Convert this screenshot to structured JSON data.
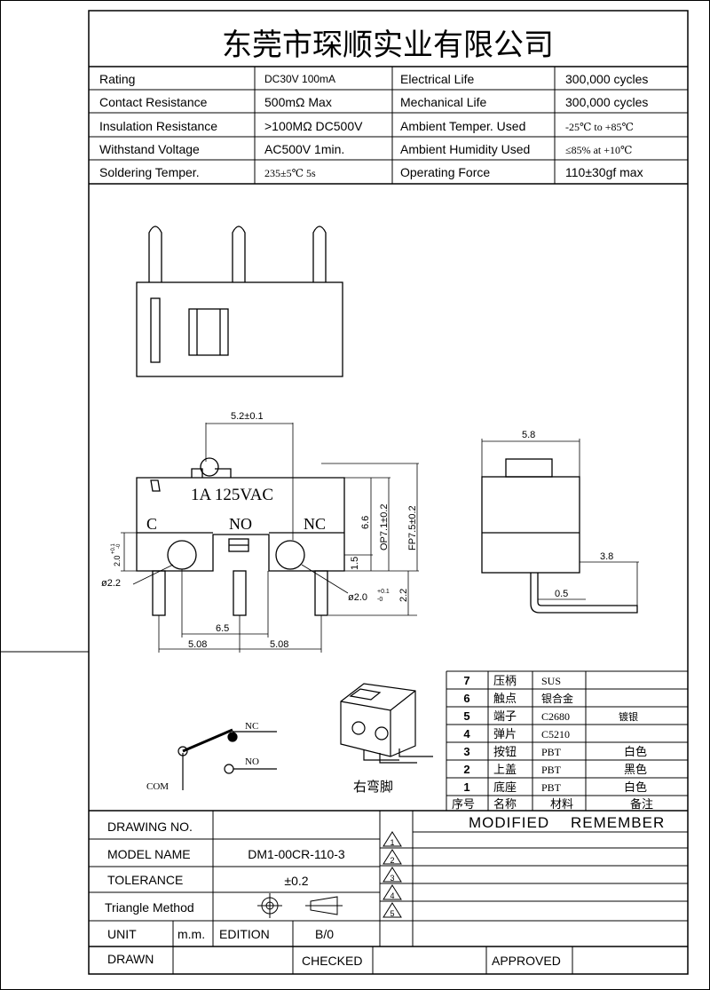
{
  "company": "东莞市琛顺实业有限公司",
  "specs": [
    {
      "l1": "Rating",
      "v1": "DC30V 100mA",
      "l2": "Electrical Life",
      "v2": "300,000 cycles"
    },
    {
      "l1": "Contact Resistance",
      "v1": "500mΩ  Max",
      "l2": "Mechanical Life",
      "v2": "300,000 cycles"
    },
    {
      "l1": "Insulation Resistance",
      "v1": ">100MΩ DC500V",
      "l2": "Ambient Temper. Used",
      "v2": "-25℃  to  +85℃"
    },
    {
      "l1": "Withstand Voltage",
      "v1": "AC500V  1min.",
      "l2": "Ambient Humidity Used",
      "v2": "≤85%  at  +10℃"
    },
    {
      "l1": "Soldering Temper.",
      "v1": "235±5℃  5s",
      "l2": "Operating Force",
      "v2": "110±30gf max"
    }
  ],
  "drawing": {
    "marking": "1A  125VAC",
    "terminal_c": "C",
    "terminal_no": "NO",
    "terminal_nc": "NC",
    "dim_top": "5.2±0.1",
    "dim_pitch_left": "5.08",
    "dim_pitch_right": "5.08",
    "dim_65": "6.5",
    "dim_66": "6.6",
    "dim_op": "OP7.1±0.2",
    "dim_fp": "FP7.5±0.2",
    "dim_15": "1.5",
    "dim_22": "2.2",
    "dim_hole_left": "ø2.2",
    "dim_hole_right": "ø2.0",
    "tol_plus": "+0.1",
    "tol_minus": "-0",
    "dim_20_label": "2.0",
    "dim_58": "5.8",
    "dim_38": "3.8",
    "dim_05": "0.5",
    "schematic_nc": "NC",
    "schematic_no": "NO",
    "schematic_com": "COM",
    "iso_caption": "右弯脚"
  },
  "materials": {
    "rows": [
      {
        "no": "7",
        "name": "压柄",
        "mat": "SUS",
        "note": ""
      },
      {
        "no": "6",
        "name": "触点",
        "mat": "银合金",
        "note": ""
      },
      {
        "no": "5",
        "name": "端子",
        "mat": "C2680",
        "note": "镀银"
      },
      {
        "no": "4",
        "name": "弹片",
        "mat": "C5210",
        "note": ""
      },
      {
        "no": "3",
        "name": "按钮",
        "mat": "PBT",
        "note": "白色"
      },
      {
        "no": "2",
        "name": "上盖",
        "mat": "PBT",
        "note": "黑色"
      },
      {
        "no": "1",
        "name": "底座",
        "mat": "PBT",
        "note": "白色"
      }
    ],
    "header": {
      "no": "序号",
      "name": "名称",
      "mat": "材料",
      "note": "备注"
    }
  },
  "title_block": {
    "drawing_no_label": "DRAWING NO.",
    "model_name_label": "MODEL NAME",
    "model_name": "DM1-00CR-110-3",
    "tolerance_label": "TOLERANCE",
    "tolerance": "±0.2",
    "method_label": "Triangle Method",
    "unit_label": "UNIT",
    "unit": "m.m.",
    "edition_label": "EDITION",
    "edition": "B/0",
    "drawn_label": "DRAWN",
    "checked_label": "CHECKED",
    "approved_label": "APPROVED",
    "modified": "MODIFIED",
    "remember": "REMEMBER",
    "revisions": [
      "1",
      "2",
      "3",
      "4",
      "5"
    ]
  }
}
